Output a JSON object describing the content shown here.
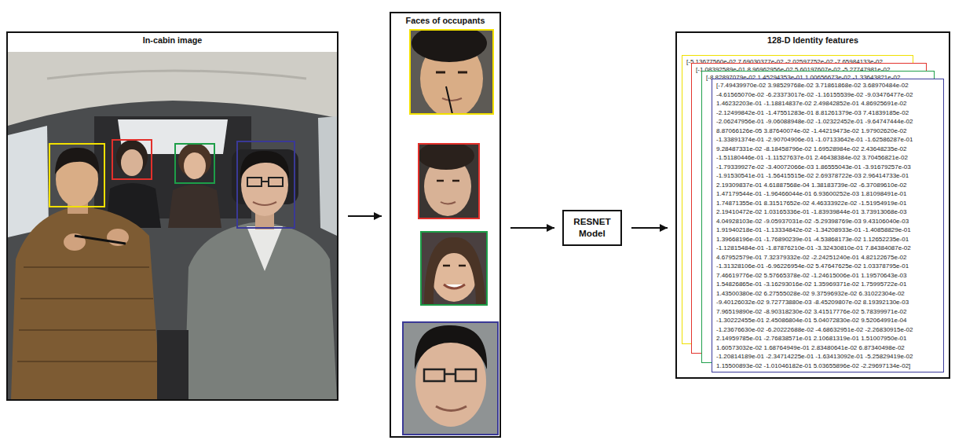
{
  "diagram": {
    "nodes": [
      {
        "text": [
          "In-cabin image"
        ]
      },
      {
        "text": [
          "Faces of occupants"
        ]
      },
      {
        "text": [
          "RESNET Model"
        ]
      },
      {
        "text": [
          "128-D Identity features"
        ]
      },
      {
        "text": [
          "[-5.13677560e-02 7.69030377e-02 -2.02597752e-02 -7.65984133e-02"
        ],
        "in": 3
      },
      {
        "text": [
          "[-1.08392589e-01 8.96962956e-02 5.60197607e-02 -5.27747981e-02"
        ],
        "in": 3
      },
      {
        "text": [
          "[-8.82897079e-02 1.45294353e-01 1.00656673e-02 -1.33643821e-02"
        ],
        "in": 3
      },
      {
        "text": [
          "[-7.49439970e-02 3.98529768e-02 3.71861868e-02 3.68970484e-02",
          "-4.61565070e-02 -6.23373017e-02 -1.16155539e-02 -9.03476477e-02",
          "1.46232203e-01 -1.18814837e-02 2.49842852e-01 4.86925691e-02",
          "-2.12499842e-01 -1.47551283e-01 8.81261379e-03 7.41839185e-02",
          "-2.06247956e-01 -9.06088948e-02 -1.02322452e-01 -9.64747444e-02",
          "8.87066126e-05 3.87640074e-02 -1.44219473e-02 1.97902620e-02",
          "-1.33891374e-01 -2.90704906e-01 -1.07133642e-01 -1.62586287e-01",
          "9.28487331e-02 -8.18458796e-02 1.69528984e-02 2.43648235e-02",
          "-1.51180446e-01 -1.11527637e-01 2.46438384e-02 3.70456821e-02",
          "-1.79339927e-02 -3.40072066e-03 1.86555043e-01 -3.91679257e-03",
          "-1.91530541e-01 -1.56415515e-02 2.69378722e-03 2.96414733e-01",
          "2.19309837e-01 4.61887568e-04 1.38183739e-02 -6.37089610e-02",
          "1.47179544e-01 -1.96466044e-01 6.93600252e-03 1.81098491e-01",
          "1.74871355e-01 8.31517652e-02 4.46333922e-02 -1.51954919e-01",
          "2.19410472e-02 1.03165336e-01 -1.83939844e-01 3.73913068e-03",
          "4.04928103e-02 -9.05937031e-02 -5.29398769e-03 9.43106040e-03",
          "1.91940218e-01 -1.13334842e-02 -1.34208933e-01 -1.40858829e-01",
          "1.39668196e-01 -1.76890239e-01 -4.53868173e-02 1.12652235e-01",
          "-1.12815484e-01 -1.87876210e-01 -3.32430810e-01 7.84384087e-02",
          "4.67952579e-01 7.32379332e-02 -2.24251240e-01 4.82122675e-02",
          "-1.31328106e-01 -6.96226954e-02 5.47647625e-02 1.03378795e-01",
          "7.46619776e-02 5.57665378e-02 -1.24615006e-01 1.19570643e-03",
          "1.54826865e-01 -3.16293016e-02 1.35969371e-02 1.75995722e-01",
          "1.43500380e-02 6.27555028e-02 9.37596932e-02 6.31022304e-02",
          "-9.40126032e-02 9.72773880e-03 -8.45209807e-02 8.19392130e-03",
          "7.96519890e-02 -8.90318230e-02 3.41517776e-02 5.78399971e-02",
          "-1.30222455e-01 2.45086804e-01 5.04072830e-02 9.52064991e-04",
          "-1.23676630e-02 -6.20222688e-02 -4.68632951e-02 -2.26830915e-02",
          "2.14959785e-01 -2.76838571e-01 2.10681319e-01 1.51007950e-01",
          "1.60573032e-02 1.68764949e-01 2.83480641e-02 6.87340498e-02",
          "-1.20814189e-01 -2.34714225e-01 -1.63413092e-01 -5.25829419e-02",
          "1.15500893e-02 -1.01046182e-01 5.03655896e-02 -2.29697134e-02]"
        ],
        "in": 3
      }
    ],
    "edges": [
      {
        "from": 0,
        "to": 1,
        "arrow": "to"
      },
      {
        "from": 1,
        "to": 2,
        "arrow": "to"
      },
      {
        "from": 2,
        "to": 3,
        "arrow": "to"
      }
    ]
  }
}
